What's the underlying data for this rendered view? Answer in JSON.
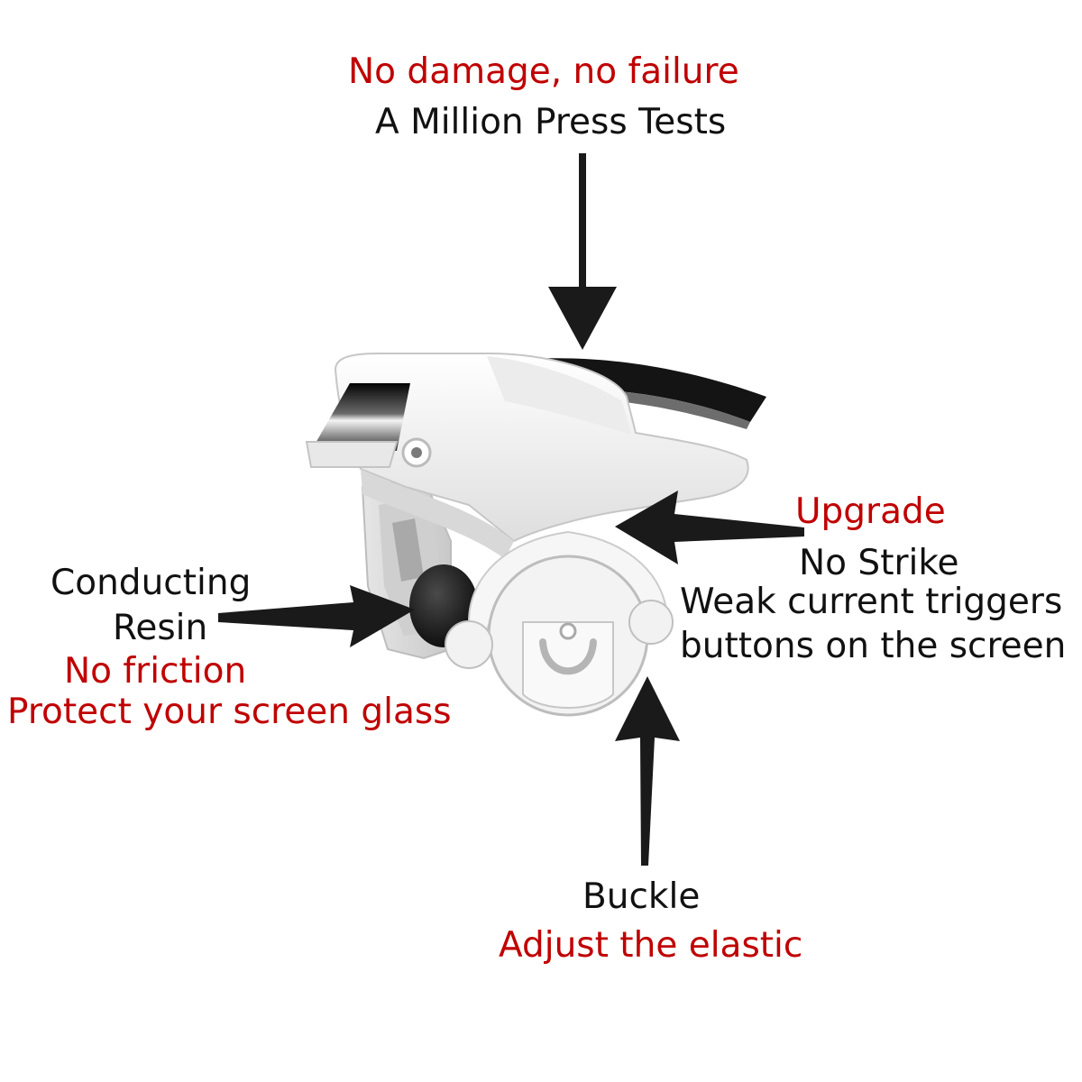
{
  "colors": {
    "accent": "#c00000",
    "ink": "#111111",
    "arrow": "#1a1a1a",
    "product_body": "#f2f2f2",
    "product_shade": "#d4d4d4",
    "chrome": "#2a2a2a"
  },
  "callouts": {
    "top": {
      "highlight": "No damage, no failure",
      "text": "A Million Press Tests"
    },
    "right": {
      "highlight": "Upgrade",
      "line1": "No Strike",
      "line2": "Weak current triggers",
      "line3": "buttons on the screen"
    },
    "left": {
      "line1": "Conducting",
      "line2": "Resin",
      "highlight1": "No friction",
      "highlight2": "Protect your screen glass"
    },
    "bottom": {
      "text": "Buckle",
      "highlight": "Adjust the elastic"
    }
  }
}
